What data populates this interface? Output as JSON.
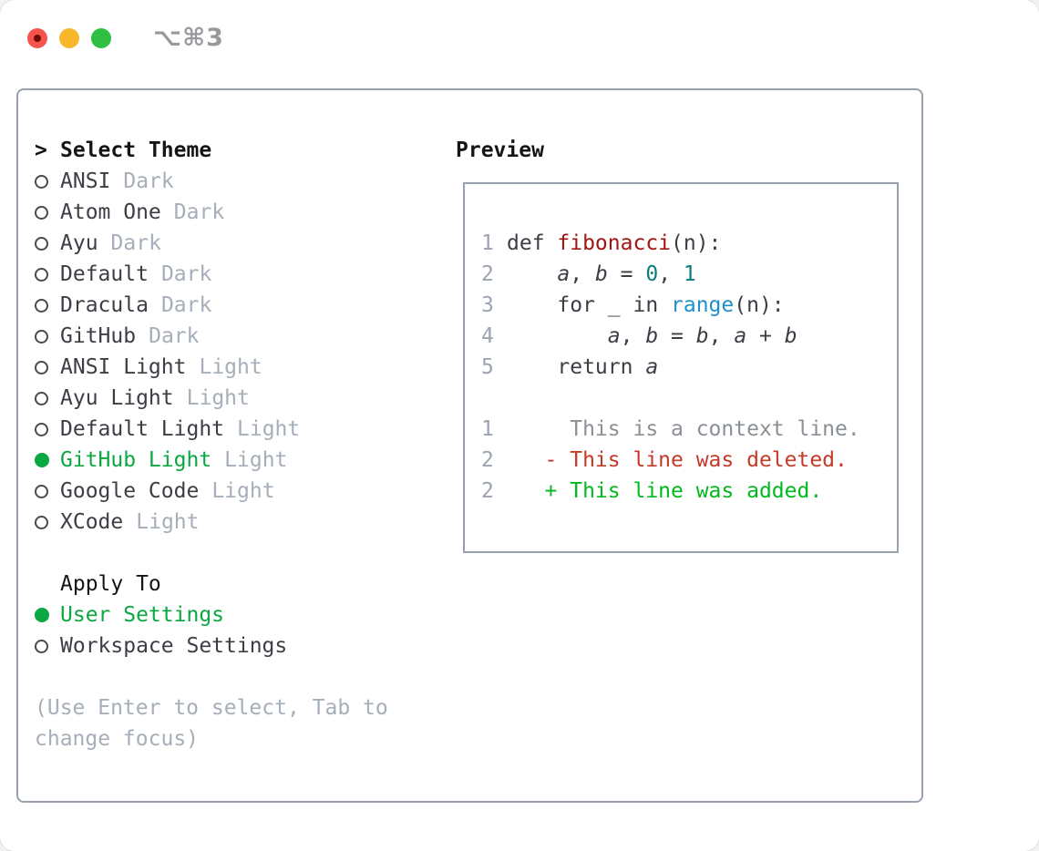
{
  "window": {
    "shortcut": "⌥⌘3"
  },
  "colors": {
    "selection_green": "#0aa843",
    "added_green": "#02ba1d",
    "deleted_red": "#c43a27",
    "function_red": "#a31515",
    "number_teal": "#0c7c7c",
    "builtin_blue": "#2090ca",
    "muted_gray": "#a5aeb9",
    "border_gray": "#98a2ae",
    "text_dark": "#3b3e45"
  },
  "theme_panel": {
    "title_prefix": ">",
    "title": "Select Theme",
    "themes": [
      {
        "name": "ANSI",
        "tag": "Dark",
        "selected": false
      },
      {
        "name": "Atom One",
        "tag": "Dark",
        "selected": false
      },
      {
        "name": "Ayu",
        "tag": "Dark",
        "selected": false
      },
      {
        "name": "Default",
        "tag": "Dark",
        "selected": false
      },
      {
        "name": "Dracula",
        "tag": "Dark",
        "selected": false
      },
      {
        "name": "GitHub",
        "tag": "Dark",
        "selected": false
      },
      {
        "name": "ANSI Light",
        "tag": "Light",
        "selected": false
      },
      {
        "name": "Ayu Light",
        "tag": "Light",
        "selected": false
      },
      {
        "name": "Default Light",
        "tag": "Light",
        "selected": false
      },
      {
        "name": "GitHub Light",
        "tag": "Light",
        "selected": true
      },
      {
        "name": "Google Code",
        "tag": "Light",
        "selected": false
      },
      {
        "name": "XCode",
        "tag": "Light",
        "selected": false
      }
    ],
    "apply_to": {
      "title": "Apply To",
      "options": [
        {
          "label": "User Settings",
          "selected": true
        },
        {
          "label": "Workspace Settings",
          "selected": false
        }
      ]
    },
    "hint_line1": "(Use Enter to select, Tab to",
    "hint_line2": "change focus)"
  },
  "preview": {
    "title": "Preview",
    "lines": [
      {
        "num": "1",
        "segs": [
          [
            "def ",
            "t"
          ],
          [
            "fibonacci",
            "fn"
          ],
          [
            "(n):",
            "t"
          ]
        ]
      },
      {
        "num": "2",
        "segs": [
          [
            "    ",
            "t"
          ],
          [
            "a",
            "v"
          ],
          [
            ", ",
            "t"
          ],
          [
            "b",
            "v"
          ],
          [
            " = ",
            "t"
          ],
          [
            "0",
            "n"
          ],
          [
            ", ",
            "t"
          ],
          [
            "1",
            "n"
          ]
        ]
      },
      {
        "num": "3",
        "segs": [
          [
            "    for _ in ",
            "t"
          ],
          [
            "range",
            "bi"
          ],
          [
            "(n):",
            "t"
          ]
        ]
      },
      {
        "num": "4",
        "segs": [
          [
            "        ",
            "t"
          ],
          [
            "a",
            "v"
          ],
          [
            ", ",
            "t"
          ],
          [
            "b",
            "v"
          ],
          [
            " = ",
            "t"
          ],
          [
            "b",
            "v"
          ],
          [
            ", ",
            "t"
          ],
          [
            "a",
            "v"
          ],
          [
            " + ",
            "t"
          ],
          [
            "b",
            "v"
          ]
        ]
      },
      {
        "num": "5",
        "segs": [
          [
            "    return ",
            "t"
          ],
          [
            "a",
            "v"
          ]
        ]
      },
      {
        "num": "",
        "segs": []
      },
      {
        "num": "1",
        "segs": [
          [
            "     This is a context line.",
            "ctx"
          ]
        ]
      },
      {
        "num": "2",
        "segs": [
          [
            "   ",
            "t"
          ],
          [
            "- This line was deleted.",
            "del"
          ]
        ]
      },
      {
        "num": "2",
        "segs": [
          [
            "   ",
            "t"
          ],
          [
            "+ This line was added.",
            "add"
          ]
        ]
      }
    ]
  }
}
